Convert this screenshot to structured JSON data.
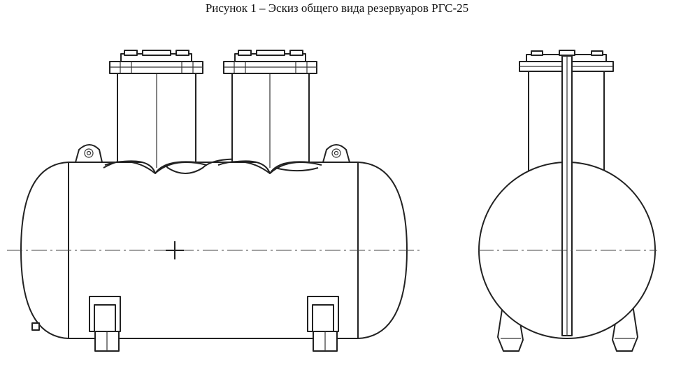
{
  "figure": {
    "caption": "Рисунок 1 – Эскиз общего вида резервуаров РГС-25"
  },
  "views": [
    {
      "name": "side-view"
    },
    {
      "name": "end-view"
    }
  ],
  "colors": {
    "line": "#222222",
    "background": "#ffffff"
  }
}
